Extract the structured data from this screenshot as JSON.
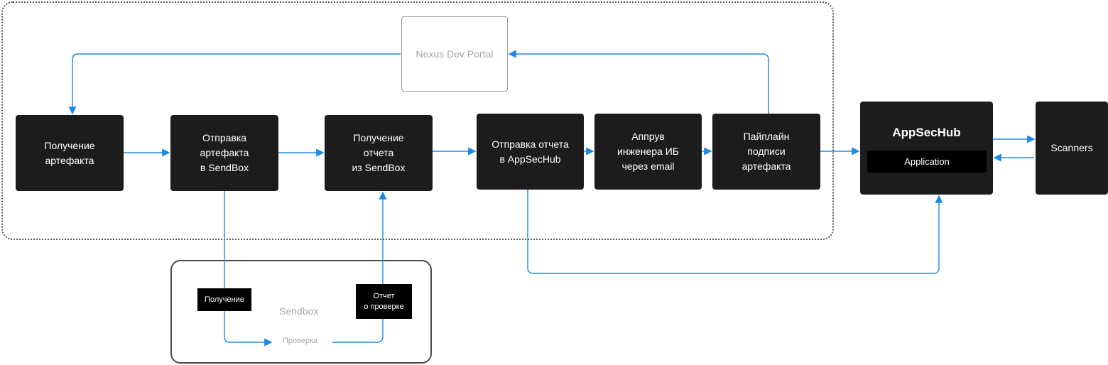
{
  "portal": {
    "label": "Nexus Dev Portal"
  },
  "steps": [
    {
      "label": "Получение\nартефакта"
    },
    {
      "label": "Отправка\nартефакта\nв SendBox"
    },
    {
      "label": "Получение\nотчета\nиз SendBox"
    },
    {
      "label": "Отправка отчета\nв AppSecHub"
    },
    {
      "label": "Аппрув\nинженера ИБ\nчерез email"
    },
    {
      "label": "Пайплайн\nподписи\nартефакта"
    }
  ],
  "appsechub": {
    "title": "AppSecHub",
    "inner": "Application"
  },
  "scanners": {
    "label": "Scanners"
  },
  "sandbox": {
    "title": "Sendbox",
    "receive": "Получение",
    "report": "Отчет\nо проверке",
    "check": "Проверка"
  },
  "colors": {
    "arrow": "#1e88e5",
    "box": "#1c1c1c"
  }
}
